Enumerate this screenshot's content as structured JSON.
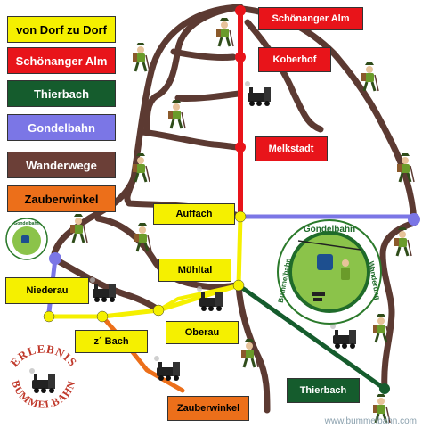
{
  "colors": {
    "dorf_line": "#f5f000",
    "alm_line": "#e8141a",
    "thierbach_line": "#155c2d",
    "gondel_line": "#7b76e6",
    "wanderwege": "#5c3a32",
    "zauberwinkel_line": "#ec6f1a"
  },
  "legend": [
    {
      "label": "von Dorf zu Dorf",
      "color": "#f5f000",
      "text_color": "#000000"
    },
    {
      "label": "Schönanger Alm",
      "color": "#e8141a",
      "text_color": "#ffffff"
    },
    {
      "label": "Thierbach",
      "color": "#155c2d",
      "text_color": "#ffffff"
    },
    {
      "label": "Gondelbahn",
      "color": "#7b76e6",
      "text_color": "#ffffff"
    },
    {
      "label": "Wanderwege",
      "color": "#6b3f37",
      "text_color": "#ffffff"
    },
    {
      "label": "Zauberwinkel",
      "color": "#ec6f1a",
      "text_color": "#000000"
    }
  ],
  "stations": {
    "schoenanger": "Schönanger Alm",
    "koberhof": "Koberhof",
    "melkstadt": "Melkstadt",
    "auffach": "Auffach",
    "muehltal": "Mühltal",
    "niederau": "Niederau",
    "oberau": "Oberau",
    "zbach": "z´ Bach",
    "thierbach": "Thierbach",
    "zauberwinkel": "Zauberwinkel"
  },
  "badge_gondel": {
    "top": "Gondelbahn",
    "left": "Bummelbahn",
    "right": "Wanderung"
  },
  "badge_small": "Gondelbahn",
  "logo": {
    "line1": "ERLEBNIS",
    "line2": "BUMMELBAHN"
  },
  "watermark": "www.bummelbahn.com",
  "icons": [
    "hiker-icon",
    "train-icon",
    "gondola-icon"
  ]
}
